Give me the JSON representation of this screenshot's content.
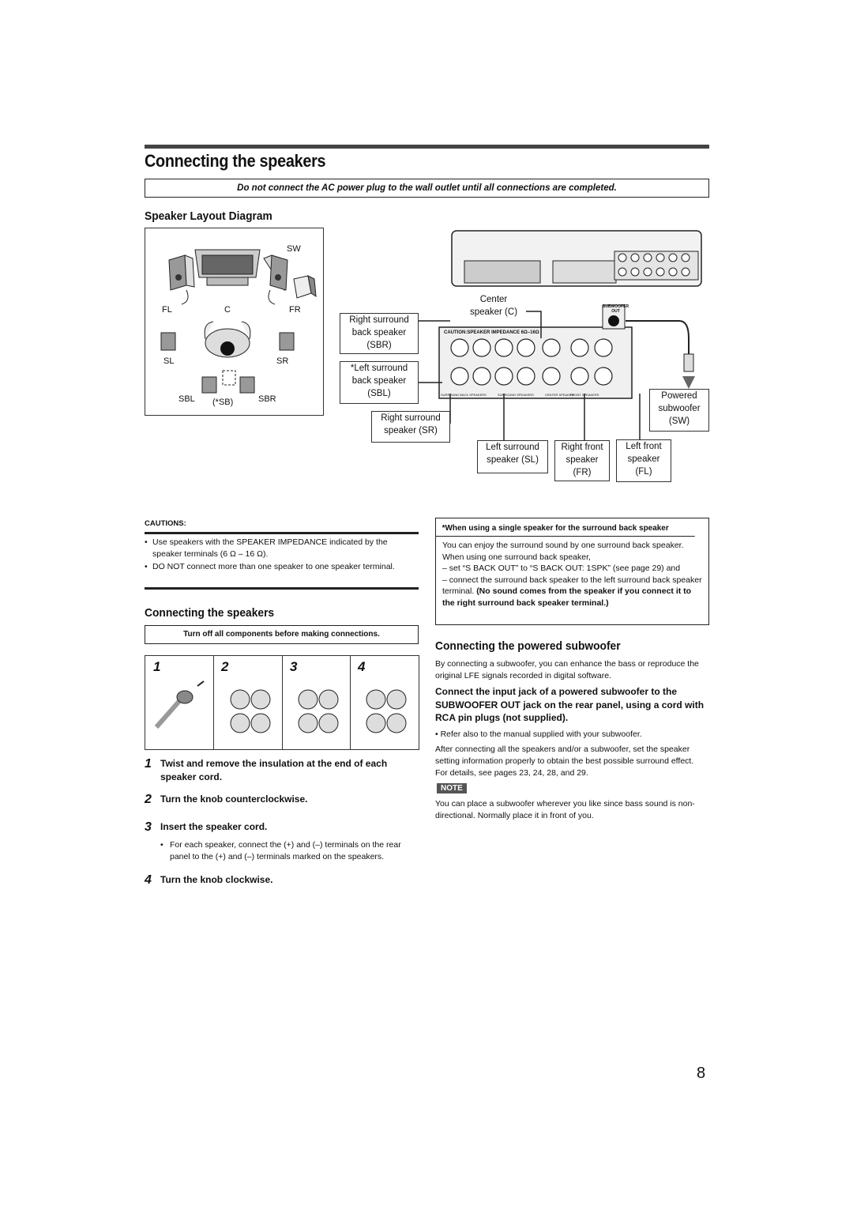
{
  "page": {
    "title": "Connecting the speakers",
    "warning": "Do not connect the AC power plug to the wall outlet until all connections are completed.",
    "page_number": "8"
  },
  "layout_diagram": {
    "heading": "Speaker Layout Diagram",
    "labels": {
      "sw": "SW",
      "fl": "FL",
      "c": "C",
      "fr": "FR",
      "sl": "SL",
      "sr": "SR",
      "sbl": "SBL",
      "sb": "(*SB)",
      "sbr": "SBR"
    }
  },
  "connection_diagram": {
    "center": [
      "Center",
      "speaker (C)"
    ],
    "sbr": [
      "Right surround",
      "back speaker",
      "(SBR)"
    ],
    "sbl": [
      "*Left surround",
      "back speaker",
      "(SBL)"
    ],
    "sr": [
      "Right surround",
      "speaker (SR)"
    ],
    "sl": [
      "Left surround",
      "speaker (SL)"
    ],
    "fr": [
      "Right front",
      "speaker",
      "(FR)"
    ],
    "fl": [
      "Left front",
      "speaker",
      "(FL)"
    ],
    "sw": [
      "Powered",
      "subwoofer",
      "(SW)"
    ],
    "panel_caution": "CAUTION:SPEAKER IMPEDANCE 6Ω–16Ω",
    "subwoofer_out": [
      "SUBWOOFER",
      "OUT"
    ],
    "terminal_groups": [
      "SURROUND BACK SPEAKERS",
      "SURROUND SPEAKERS",
      "CENTER SPEAKER",
      "FRONT SPEAKERS"
    ]
  },
  "cautions": {
    "heading": "CAUTIONS:",
    "items": [
      "Use speakers with the SPEAKER IMPEDANCE indicated by the speaker terminals (6 Ω – 16 Ω).",
      "DO NOT connect more than one speaker to one speaker terminal."
    ]
  },
  "connecting": {
    "heading": "Connecting the speakers",
    "notice": "Turn off all components before making connections.",
    "step_labels": [
      "1",
      "2",
      "3",
      "4"
    ],
    "steps": [
      {
        "num": "1",
        "text": "Twist and remove the insulation at the end of each speaker cord."
      },
      {
        "num": "2",
        "text": "Turn the knob counterclockwise."
      },
      {
        "num": "3",
        "text": "Insert the speaker cord."
      },
      {
        "num": "4",
        "text": "Turn the knob clockwise."
      }
    ],
    "step3_note": "For each speaker, connect the (+) and (–) terminals on the rear panel to the (+) and (–) terminals marked on the speakers."
  },
  "single_speaker": {
    "heading": "*When using a single speaker for the surround back speaker",
    "intro": "You can enjoy the surround sound by one surround back speaker. When using one surround back speaker,",
    "item1": "– set “S BACK OUT” to “S BACK OUT: 1SPK” (see page 29) and",
    "item2_pre": "– connect the surround back speaker to the left surround back speaker terminal.",
    "item2_bold": "(No sound comes from the speaker if you connect it to the right surround back speaker terminal.)"
  },
  "subwoofer": {
    "heading": "Connecting the powered subwoofer",
    "intro": "By connecting a subwoofer, you can enhance the bass or reproduce the original LFE signals recorded in digital software.",
    "instruction": "Connect the input jack of a powered subwoofer to the SUBWOOFER OUT jack on the rear panel, using a cord with RCA pin plugs (not supplied).",
    "refer": "• Refer also to the manual supplied with your subwoofer.",
    "after": "After connecting all the speakers and/or a subwoofer, set the speaker setting information properly to obtain the best possible surround effect. For details, see pages 23, 24, 28, and 29.",
    "note_label": "NOTE",
    "note": "You can place a subwoofer wherever you like since bass sound is non-directional. Normally place it in front of you."
  }
}
